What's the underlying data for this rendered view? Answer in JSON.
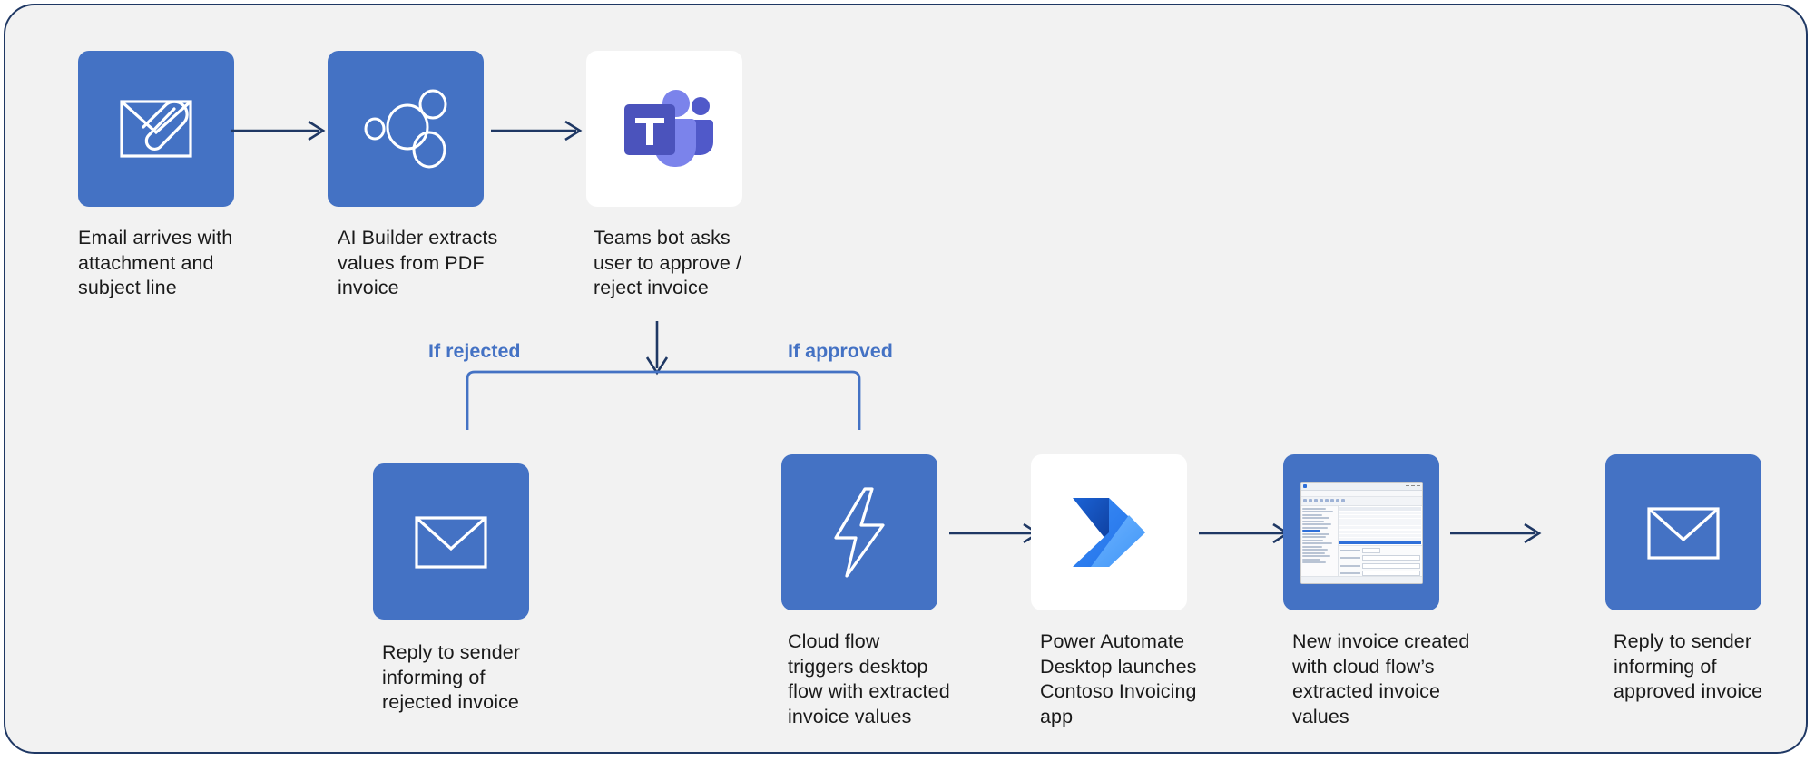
{
  "diagram": {
    "title": "Invoice processing automation flow",
    "background_color": "#f2f2f2",
    "border_color": "#1f3864",
    "tile_blue": "#4472c4",
    "arrow_color": "#1f3864",
    "branch_color": "#4472c4",
    "caption_color": "#1a1a1a"
  },
  "top_row": [
    {
      "icon": "email-attachment-icon",
      "tile_style": "blue",
      "caption": "Email arrives with\nattachment and\nsubject line"
    },
    {
      "icon": "ai-builder-icon",
      "tile_style": "blue",
      "caption": "AI Builder extracts\nvalues from PDF\ninvoice"
    },
    {
      "icon": "microsoft-teams-icon",
      "tile_style": "white",
      "caption": "Teams bot asks\nuser to approve /\nreject invoice"
    }
  ],
  "branch": {
    "rejected_label": "If rejected",
    "approved_label": "If approved"
  },
  "bottom_row": [
    {
      "icon": "envelope-icon",
      "tile_style": "blue",
      "caption": "Reply to sender\ninforming of\nrejected invoice"
    },
    {
      "icon": "lightning-bolt-icon",
      "tile_style": "blue",
      "caption": "Cloud flow\ntriggers desktop\nflow with extracted\ninvoice values"
    },
    {
      "icon": "power-automate-icon",
      "tile_style": "white",
      "caption": "Power Automate\nDesktop launches\nContoso Invoicing\napp"
    },
    {
      "icon": "contoso-invoicing-app-screenshot-icon",
      "tile_style": "blue",
      "caption": "New invoice created\nwith cloud flow’s\nextracted invoice\nvalues"
    },
    {
      "icon": "envelope-icon",
      "tile_style": "blue",
      "caption": "Reply to sender\ninforming of\napproved invoice"
    }
  ]
}
